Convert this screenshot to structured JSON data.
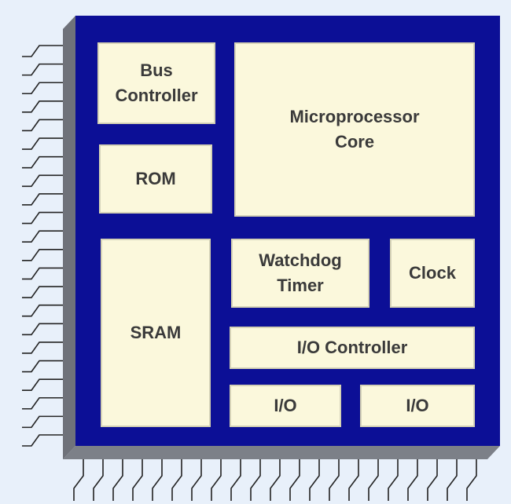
{
  "chip": {
    "blocks": {
      "bus_controller": [
        "Bus",
        "Controller"
      ],
      "rom": "ROM",
      "microprocessor_core": [
        "Microprocessor",
        "Core"
      ],
      "sram": "SRAM",
      "watchdog_timer": [
        "Watchdog",
        "Timer"
      ],
      "clock": "Clock",
      "io_controller": "I/O Controller",
      "io_1": "I/O",
      "io_2": "I/O"
    },
    "colors": {
      "background": "#e8f0fa",
      "die": "#0c0f96",
      "package_shadow": "#6f727a",
      "block_fill": "#fbf8dc",
      "label_text": "#3a3a3a",
      "pin": "#222222"
    },
    "pins": {
      "left_count": 22,
      "bottom_count": 21
    }
  }
}
